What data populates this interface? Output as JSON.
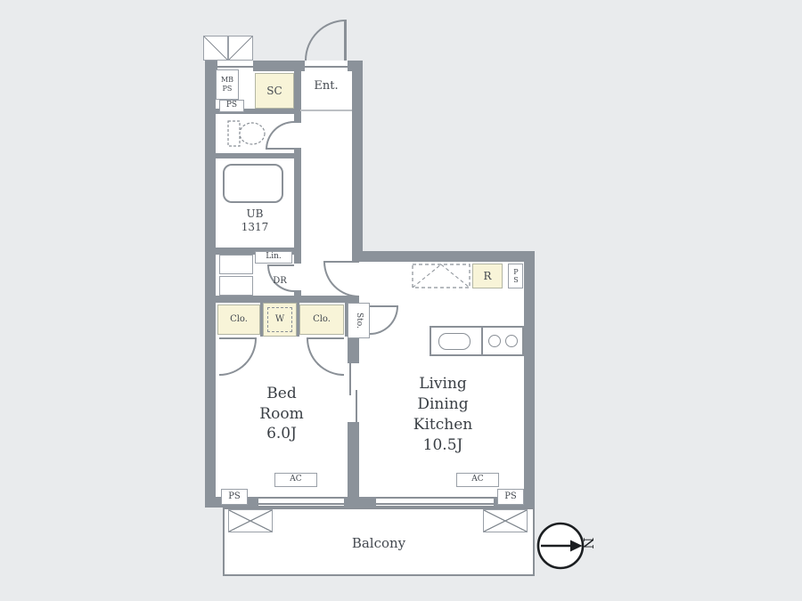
{
  "colors": {
    "background": "#e9ebed",
    "wall": "#8b929a",
    "closet_fill": "#f8f4d8",
    "line": "#8a9097",
    "text": "#43484f"
  },
  "plan": {
    "meter_box": "MB\nPS",
    "pipe_space_top": "PS",
    "shoe_closet": "SC",
    "entrance": "Ent.",
    "unit_bath": "UB\n1317",
    "linen": "Lin.",
    "dr": "DR",
    "closet_left": "Clo.",
    "washer": "W",
    "closet_right": "Clo.",
    "storage": "Sto.",
    "fridge": "R",
    "pipe_space_kitchen": "PS",
    "bedroom": "Bed\nRoom\n6.0J",
    "ldk": "Living\nDining\nKitchen\n10.5J",
    "ac_bedroom": "AC",
    "ac_ldk": "AC",
    "pipe_space_bottom_left": "PS",
    "pipe_space_bottom_right": "PS",
    "balcony": "Balcony",
    "compass_north": "N"
  }
}
